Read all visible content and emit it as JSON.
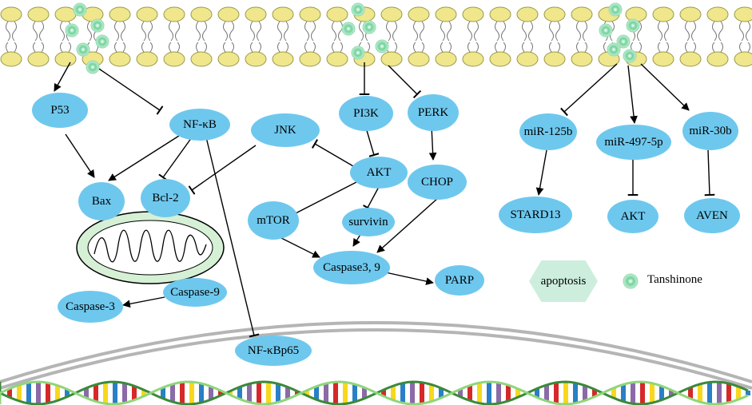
{
  "nodes": {
    "p53": "P53",
    "nfkb": "NF-κB",
    "jnk": "JNK",
    "pi3k": "PI3K",
    "perk": "PERK",
    "bax": "Bax",
    "bcl2": "Bcl-2",
    "akt_center": "AKT",
    "mtor": "mTOR",
    "survivin": "survivin",
    "chop": "CHOP",
    "caspase39": "Caspase3, 9",
    "parp": "PARP",
    "caspase9": "Caspase-9",
    "caspase3": "Caspase-3",
    "nfkbp65": "NF-κBp65",
    "mir125b": "miR-125b",
    "mir497": "miR-497-5p",
    "mir30b": "miR-30b",
    "stard13": "STARD13",
    "akt_right": "AKT",
    "aven": "AVEN"
  },
  "legend": {
    "apoptosis": "apoptosis",
    "tanshinone": "Tanshinone"
  },
  "colors": {
    "node": "#6ec8ee",
    "lipid_head": "#f0e68c",
    "mitochondria": "#d6f0d6",
    "apoptosis_hex": "#cdeedd",
    "tanshinone": "#6fd39a",
    "dna_backbone": "#3a8a3a"
  }
}
